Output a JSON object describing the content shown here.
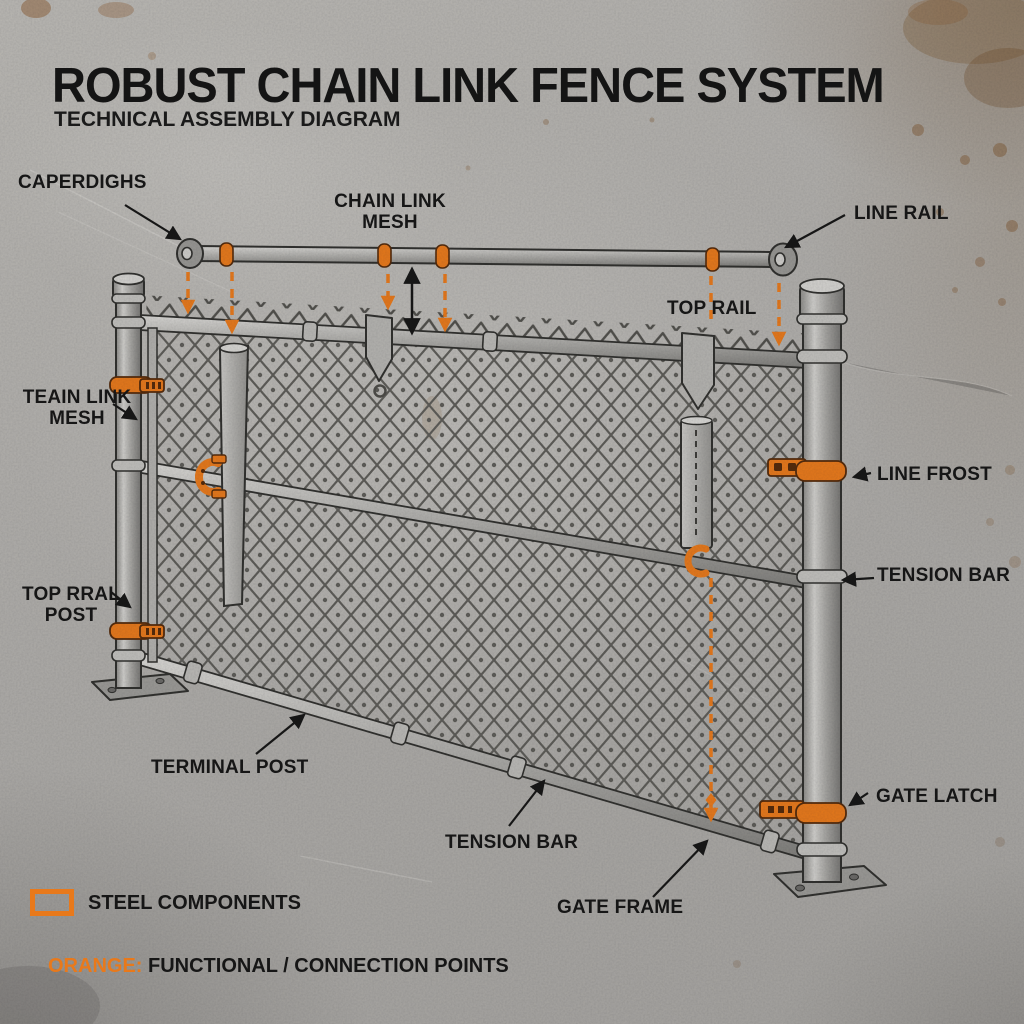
{
  "header": {
    "title": "ROBUST CHAIN LINK FENCE SYSTEM",
    "subtitle": "TECHNICAL ASSEMBLY DIAGRAM"
  },
  "callouts": {
    "caperdighs": "CAPERDIGHS",
    "chain_link_mesh_top": "CHAIN LINK MESH",
    "line_rail": "LINE RAIL",
    "top_rail": "TOP RAIL",
    "teain_link_mesh": "TEAIN LINK MESH",
    "line_frost": "LINE FROST",
    "top_rral_post": "TOP RRAL POST",
    "tension_bar_right": "TENSION BAR",
    "terminal_post": "TERMINAL POST",
    "tension_bar_bottom": "TENSION BAR",
    "gate_latch": "GATE LATCH",
    "gate_frame": "GATE FRAME"
  },
  "legend": {
    "steel_label": "STEEL COMPONENTS",
    "orange_label_prefix": "ORANGE:",
    "orange_label_text": " FUNCTIONAL / CONNECTION POINTS"
  },
  "colors": {
    "accent_orange": "#E8791B",
    "ink": "#161616",
    "steel_gray": "#A9A8A5",
    "concrete_gray": "#B3B1AE"
  }
}
